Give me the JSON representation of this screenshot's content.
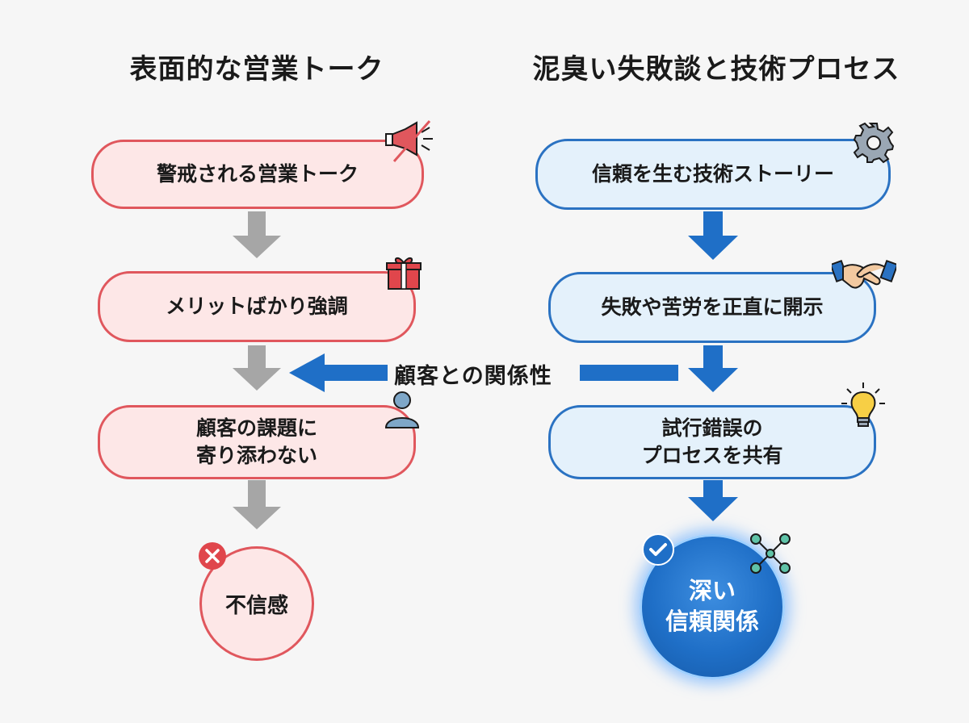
{
  "left": {
    "heading": "表面的な営業トーク",
    "steps": [
      {
        "text": "警戒される営業トーク",
        "icon": "megaphone-crossed-icon"
      },
      {
        "text": "メリットばかり強調",
        "icon": "gift-icon"
      },
      {
        "line1": "顧客の課題に",
        "line2": "寄り添わない",
        "icon": "person-icon"
      }
    ],
    "result": {
      "text": "不信感",
      "icon": "x-badge-icon"
    }
  },
  "right": {
    "heading": "泥臭い失敗談と技術プロセス",
    "steps": [
      {
        "text": "信頼を生む技術ストーリー",
        "icon": "gear-icon"
      },
      {
        "text": "失敗や苦労を正直に開示",
        "icon": "handshake-icon"
      },
      {
        "line1": "試行錯誤の",
        "line2": "プロセスを共有",
        "icon": "lightbulb-icon"
      }
    ],
    "result": {
      "line1": "深い",
      "line2": "信頼関係",
      "icon": "check-badge-icon",
      "icon2": "network-icon"
    }
  },
  "bridge": {
    "label": "顧客との関係性"
  },
  "colors": {
    "red_border": "#e0575d",
    "red_fill": "#fde7e7",
    "blue_border": "#2a72c2",
    "blue_fill": "#e4f1fb",
    "blue_arrow": "#1f6fc7",
    "gray_arrow": "#a6a6a6"
  }
}
